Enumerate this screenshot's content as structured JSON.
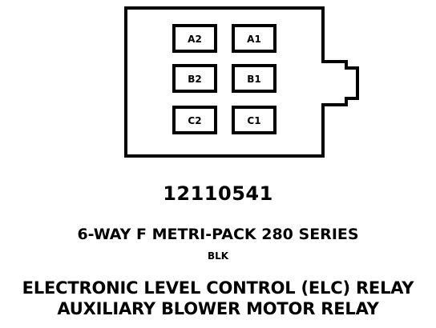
{
  "connector": {
    "pins": [
      {
        "label": "A2"
      },
      {
        "label": "A1"
      },
      {
        "label": "B2"
      },
      {
        "label": "B1"
      },
      {
        "label": "C2"
      },
      {
        "label": "C1"
      }
    ]
  },
  "part_number": "12110541",
  "series": "6-WAY F METRI-PACK 280 SERIES",
  "color": "BLK",
  "usage": [
    "ELECTRONIC LEVEL CONTROL (ELC) RELAY",
    "AUXILIARY BLOWER MOTOR RELAY"
  ]
}
